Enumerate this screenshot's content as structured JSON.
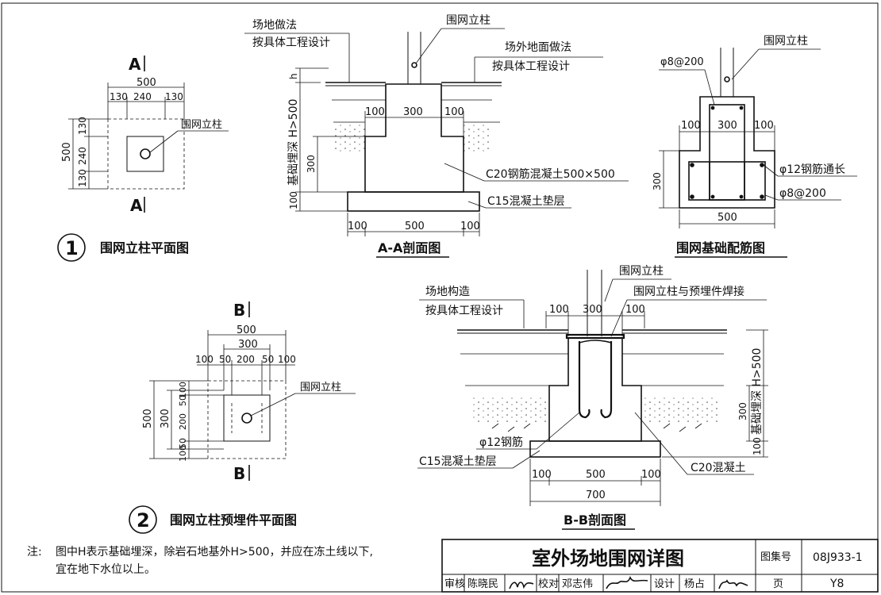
{
  "plan1": {
    "number": "1",
    "title": "围网立柱平面图",
    "section_mark": "A",
    "dim_top_total": "500",
    "dim_top_parts": [
      "130",
      "240",
      "130"
    ],
    "dim_left_total": "500",
    "dim_left_parts": [
      "130",
      "240",
      "130"
    ],
    "post_label": "围网立柱"
  },
  "section_aa": {
    "title": "A-A剖面图",
    "label_site_method": "场地做法",
    "label_design_left": "按具体工程设计",
    "label_post": "围网立柱",
    "label_outside_ground": "场外地面做法",
    "label_design_right": "按具体工程设计",
    "dim_h": "h",
    "dim_depth": "基础埋深 H>500",
    "dim_300_vertical": "300",
    "dim_100_vertical": "100",
    "dim_upper": [
      "100",
      "300",
      "100"
    ],
    "dim_lower": [
      "100",
      "500",
      "100"
    ],
    "label_c20": "C20钢筋混凝土500×500",
    "label_c15": "C15混凝土垫层"
  },
  "rebar": {
    "title": "围网基础配筋图",
    "label_post": "围网立柱",
    "label_stirrup_top": "φ8@200",
    "dim_upper": [
      "100",
      "300",
      "100"
    ],
    "dim_300_vertical": "300",
    "dim_bottom": "500",
    "label_phi12": "φ12钢筋通长",
    "label_stirrup_bottom": "φ8@200"
  },
  "plan2": {
    "number": "2",
    "title": "围网立柱预埋件平面图",
    "section_mark": "B",
    "dim_top_total": "500",
    "dim_top_mid": "300",
    "dim_top_parts": [
      "100",
      "50",
      "200",
      "50",
      "100"
    ],
    "dim_left_total": "500",
    "dim_left_mid": "300",
    "dim_left_parts": [
      "100",
      "50",
      "200",
      "50",
      "100"
    ],
    "post_label": "围网立柱"
  },
  "section_bb": {
    "title": "B-B剖面图",
    "label_site_structure": "场地构造",
    "label_design": "按具体工程设计",
    "label_post": "围网立柱",
    "label_weld": "围网立柱与预埋件焊接",
    "dim_top": [
      "100",
      "300",
      "100"
    ],
    "dim_depth": "基础埋深 H>500",
    "dim_300_vertical": "300",
    "dim_100_vertical": "100",
    "label_phi12": "φ12钢筋",
    "label_c15": "C15混凝土垫层",
    "label_c20": "C20混凝土",
    "dim_bottom_parts": [
      "100",
      "500",
      "100"
    ],
    "dim_bottom_total": "700"
  },
  "note": {
    "prefix": "注:",
    "line1": "图中H表示基础埋深，除岩石地基外H>500，并应在冻土线以下,",
    "line2": "宜在地下水位以上。"
  },
  "title_block": {
    "drawing_title": "室外场地围网详图",
    "atlas_label": "图集号",
    "atlas_number": "08J933-1",
    "review_label": "审核",
    "reviewer": "陈晓民",
    "check_label": "校对",
    "checker": "邓志伟",
    "design_label": "设计",
    "designer": "杨占",
    "page_label": "页",
    "page_number": "Y8"
  }
}
